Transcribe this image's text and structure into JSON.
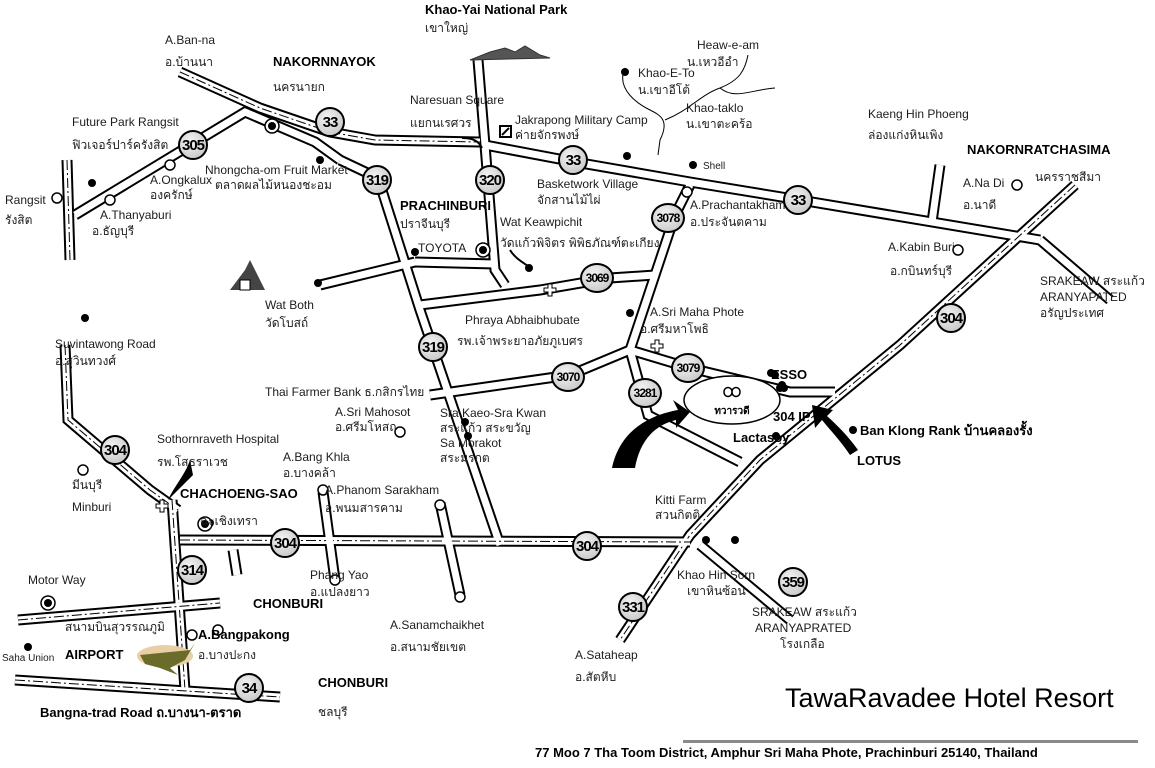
{
  "title": "TawaRavadee Hotel Resort",
  "address": "77 Moo 7 Tha Toom District, Amphur Sri Maha Phote, Prachinburi 25140, Thailand",
  "labels": [
    "Khao-Yai National Park",
    "เขาใหญ่",
    "A.Ban-na",
    "อ.บ้านนา",
    "NAKORNNAYOK",
    "นครนายก",
    "Future Park Rangsit",
    "ฟิวเจอร์ปาร์ครังสิต",
    "Rangsit",
    "รังสิต",
    "A.Ongkalux",
    "องครักษ์",
    "A.Thanyaburi",
    "อ.ธัญบุรี",
    "Nhongcha-om Fruit Market",
    "ตลาดผลไม้หนองชะอม",
    "Naresuan Square",
    "แยกนเรศวร",
    "Jakrapong Military Camp",
    "ค่ายจักรพงษ์",
    "Heaw-e-am",
    "น.เหวอีอำ",
    "Khao-E-To",
    "น.เขาอีโต้",
    "Khao-taklo",
    "น.เขาตะคร้อ",
    "Shell",
    "Basketwork Village",
    "จักสานไม้ไผ่",
    "PRACHINBURI",
    "ปราจีนบุรี",
    "TOYOTA",
    "Wat Keawpichit",
    "วัดแก้วพิจิตร  พิพิธภัณฑ์ตะเกียง",
    "A.Prachantakham",
    "อ.ประจันตคาม",
    "Kaeng Hin Phoeng",
    "ล่องแก่งหินเพิง",
    "NAKORNRATCHASIMA",
    "นครราชสีมา",
    "A.Na Di",
    "อ.นาดี",
    "A.Kabin Buri",
    "อ.กบินทร์บุรี",
    "SRAKEAW  สระแก้ว",
    "ARANYAPATED",
    "อรัญประเทศ",
    "Wat  Both",
    "วัดโบสถ์",
    "Phraya Abhaibhubate",
    "รพ.เจ้าพระยาอภัยภูเบศร",
    "A.Sri Maha Phote",
    "อ.ศรีมหาโพธิ",
    "Suvintawong Road",
    "อ.สุวินทวงศ์",
    "Thai Farmer Bank ธ.กสิกรไทย",
    "A.Sri Mahosot",
    "อ.ศรีมโหสถ",
    "Sra Kaeo-Sra Kwan",
    "สระแก้ว สระขวัญ",
    "Sa Morakot",
    "สระมรกต",
    "ESSO",
    "304 IP",
    "Lactasoy",
    "Ban Klong Rank บ้านคลองรั้ง",
    "LOTUS",
    "Sothornraveth Hospital",
    "รพ.โสธราเวช",
    "A.Bang Khla",
    "อ.บางคล้า",
    "มีนบุรี",
    "Minburi",
    "CHACHOENG-SAO",
    "ฉะเชิงเทรา",
    "A.Phanom Sarakham",
    "อ.พนมสารคาม",
    "Kitti Farm",
    "สวนกิตติ",
    "Phang Yao",
    "อ.แปลงยาว",
    "Khao Hin Sorn",
    "เขาหินซ้อน",
    "Motor Way",
    "CHONBURI",
    "SRAKEAW สระแก้ว",
    "ARANYAPRATED",
    "โรงเกลือ",
    "สนามบินสุวรรณภูมิ",
    "AIRPORT",
    "A.Bangpakong",
    "อ.บางปะกง",
    "A.Sanamchaikhet",
    "อ.สนามชัยเขต",
    "A.Sataheap",
    "อ.สัตหีบ",
    "Saha Union",
    "CHONBURI",
    "ชลบุรี",
    "Bangna-trad Road ถ.บางนา-ตราด"
  ],
  "route_shields": [
    "305",
    "33",
    "319",
    "320",
    "33",
    "3078",
    "33",
    "3069",
    "304",
    "319",
    "3070",
    "3079",
    "3281",
    "304",
    "304",
    "304",
    "314",
    "359",
    "331",
    "34"
  ],
  "hotel_logo_text": "ทวารวดี"
}
